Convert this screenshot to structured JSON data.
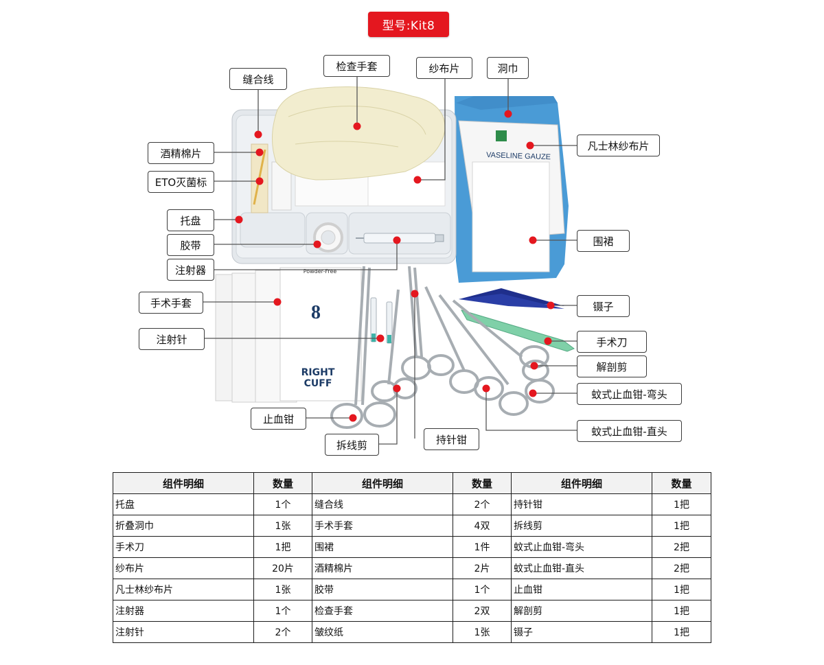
{
  "header": {
    "model_label": "型号:Kit8"
  },
  "figure": {
    "callouts": {
      "suture": "缝合线",
      "exam_gloves": "检查手套",
      "gauze": "纱布片",
      "drape": "洞巾",
      "vaseline_gauze": "凡士林纱布片",
      "alcohol_pad": "酒精棉片",
      "eto_indicator": "ETO灭菌标",
      "tray": "托盘",
      "tape": "胶带",
      "syringe": "注射器",
      "apron": "围裙",
      "surgical_gloves": "手术手套",
      "tweezers": "镊子",
      "needle": "注射针",
      "scalpel": "手术刀",
      "dissecting_scissors": "解剖剪",
      "mosquito_curved": "蚊式止血钳-弯头",
      "hemostat": "止血钳",
      "mosquito_straight": "蚊式止血钳-直头",
      "needle_holder": "持针钳",
      "suture_scissors": "拆线剪"
    },
    "printed": {
      "vaseline_gauze_pack": "VASELINE GAUZE",
      "powder_free": "Powder-Free",
      "glove_size": "8",
      "cuff_line1": "RIGHT",
      "cuff_line2": "CUFF"
    }
  },
  "table": {
    "headers": [
      "组件明细",
      "数量",
      "组件明细",
      "数量",
      "组件明细",
      "数量"
    ],
    "rows": [
      [
        {
          "name": "托盘",
          "qty": "1个"
        },
        {
          "name": "缝合线",
          "qty": "2个"
        },
        {
          "name": "持针钳",
          "qty": "1把"
        }
      ],
      [
        {
          "name": "折叠洞巾",
          "qty": "1张"
        },
        {
          "name": "手术手套",
          "qty": "4双"
        },
        {
          "name": "拆线剪",
          "qty": "1把"
        }
      ],
      [
        {
          "name": "手术刀",
          "qty": "1把"
        },
        {
          "name": "围裙",
          "qty": "1件"
        },
        {
          "name": "蚊式止血钳-弯头",
          "qty": "2把"
        }
      ],
      [
        {
          "name": "纱布片",
          "qty": "20片"
        },
        {
          "name": "酒精棉片",
          "qty": "2片"
        },
        {
          "name": "蚊式止血钳-直头",
          "qty": "2把"
        }
      ],
      [
        {
          "name": "凡士林纱布片",
          "qty": "1张"
        },
        {
          "name": "胶带",
          "qty": "1个"
        },
        {
          "name": "止血钳",
          "qty": "1把"
        }
      ],
      [
        {
          "name": "注射器",
          "qty": "1个"
        },
        {
          "name": "检查手套",
          "qty": "2双"
        },
        {
          "name": "解剖剪",
          "qty": "1把"
        }
      ],
      [
        {
          "name": "注射针",
          "qty": "2个"
        },
        {
          "name": "皱纹纸",
          "qty": "1张"
        },
        {
          "name": "镊子",
          "qty": "1把"
        }
      ]
    ]
  },
  "colors": {
    "badge_red": "#e4171f",
    "marker_red": "#e4171f",
    "drape_blue": "#4a9bd6",
    "scalpel_green": "#7fd0a8",
    "tweezers_navy": "#1f2f8c"
  }
}
